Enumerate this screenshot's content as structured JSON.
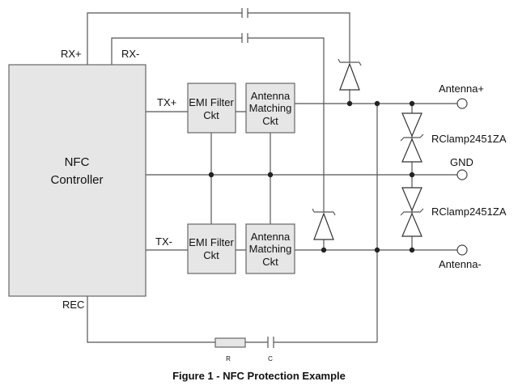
{
  "controller": {
    "line1": "NFC",
    "line2": "Controller"
  },
  "pins": {
    "rx_plus": "RX+",
    "rx_minus": "RX-",
    "tx_plus": "TX+",
    "tx_minus": "TX-",
    "rec": "REC"
  },
  "emi_filter_top": {
    "line1": "EMI Filter",
    "line2": "Ckt"
  },
  "emi_filter_bottom": {
    "line1": "EMI Filter",
    "line2": "Ckt"
  },
  "matching_top": {
    "line1": "Antenna",
    "line2": "Matching",
    "line3": "Ckt"
  },
  "matching_bottom": {
    "line1": "Antenna",
    "line2": "Matching",
    "line3": "Ckt"
  },
  "outputs": {
    "antenna_plus": "Antenna+",
    "gnd": "GND",
    "antenna_minus": "Antenna-"
  },
  "tvs_top": "RClamp2451ZA",
  "tvs_bottom": "RClamp2451ZA",
  "rec_resistor": "R",
  "rec_capacitor": "C",
  "caption": "Figure 1 - NFC  Protection Example"
}
